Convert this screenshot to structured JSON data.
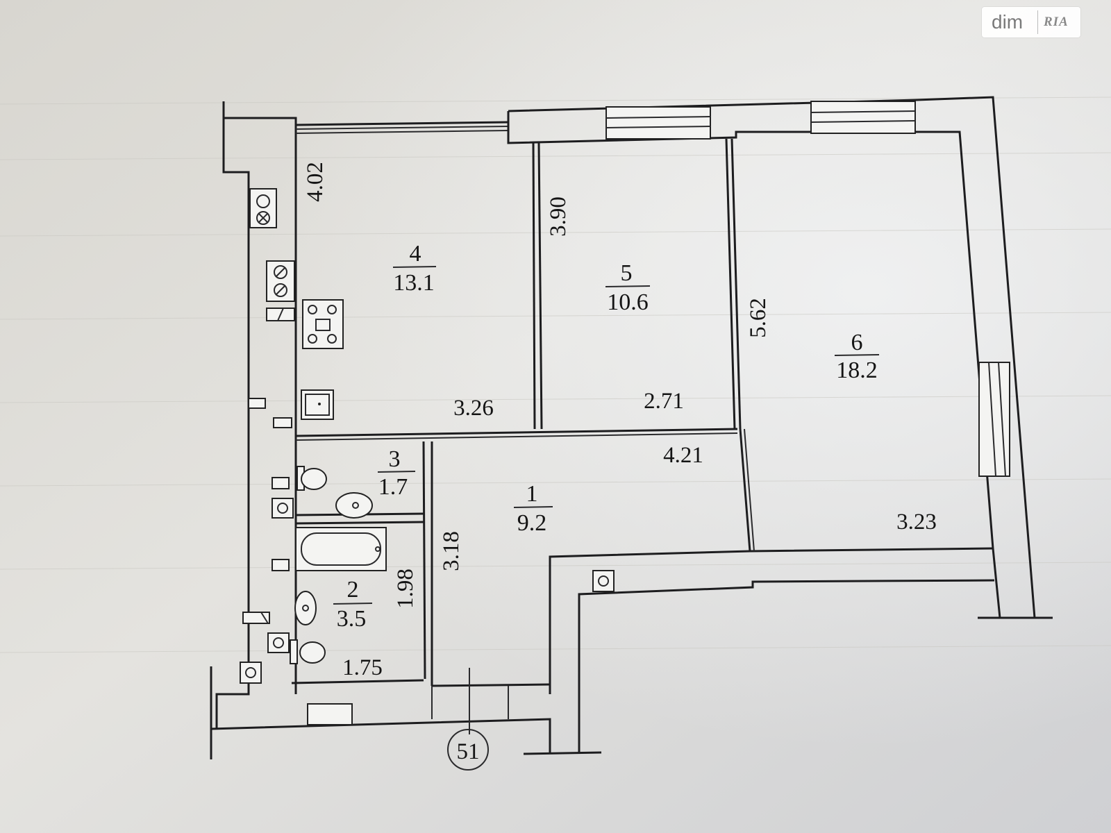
{
  "watermark": {
    "brand_left": "dim",
    "brand_right": "RIA"
  },
  "rooms": [
    {
      "number": "1",
      "area": "9.2"
    },
    {
      "number": "2",
      "area": "3.5"
    },
    {
      "number": "3",
      "area": "1.7"
    },
    {
      "number": "4",
      "area": "13.1"
    },
    {
      "number": "5",
      "area": "10.6"
    },
    {
      "number": "6",
      "area": "18.2"
    }
  ],
  "dimensions": {
    "room4_height": "4.02",
    "room4_width": "3.26",
    "room5_height": "3.90",
    "room5_width": "2.71",
    "room6_height": "5.62",
    "room6_width": "3.23",
    "room1_width": "4.21",
    "room1_height": "3.18",
    "room2_height": "1.98",
    "room2_width": "1.75"
  },
  "axis_marker": "51"
}
